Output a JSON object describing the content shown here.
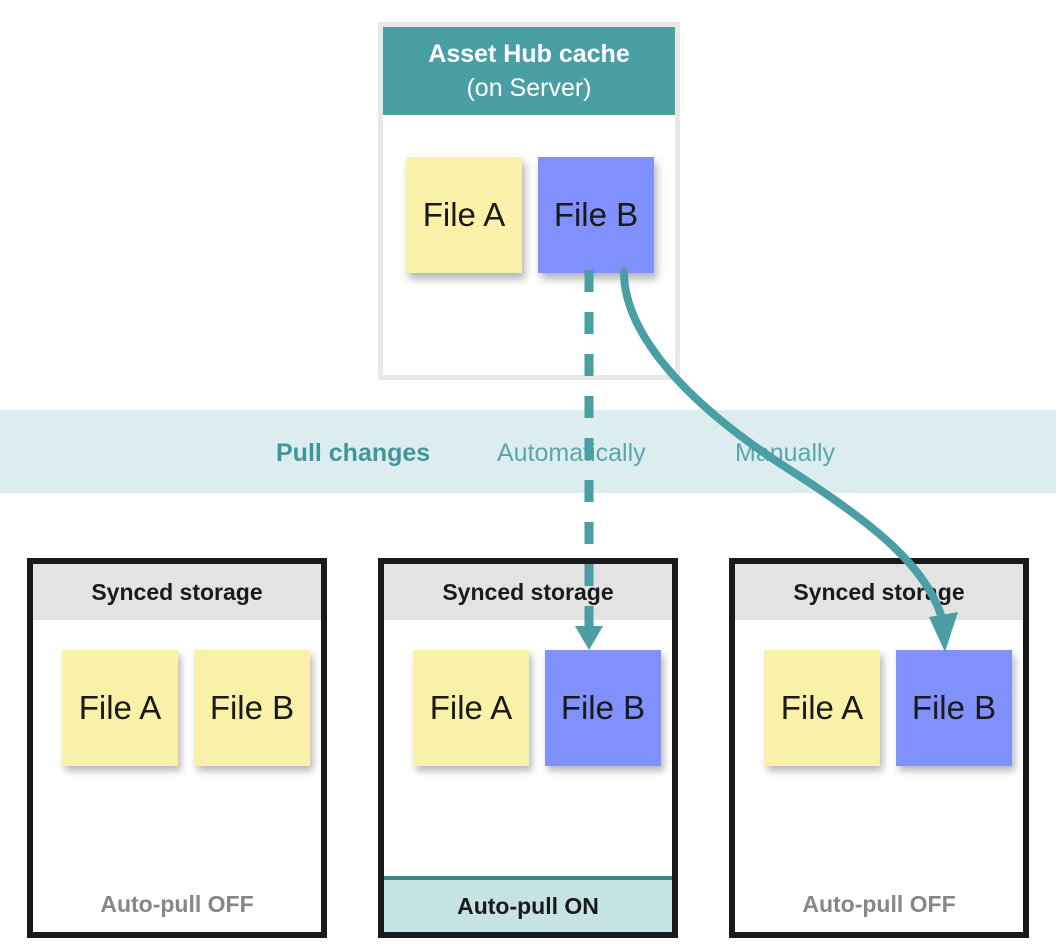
{
  "diagram": {
    "title_semantic": "asset-hub-cache-sync-diagram"
  },
  "server": {
    "title": "Asset Hub cache",
    "subtitle": "(on Server)",
    "header_color": "#4a9fa4",
    "notes": [
      {
        "label": "File A",
        "color": "#faf1a8",
        "state": "yellow"
      },
      {
        "label": "File B",
        "color": "#8090fc",
        "state": "blue"
      }
    ]
  },
  "band": {
    "label": "Pull changes",
    "automatic_label": "Automatically",
    "manual_label": "Manually",
    "background": "#dcedf0",
    "bold_color": "#3f979c",
    "light_color": "#5aa6ab"
  },
  "arrows": {
    "automatic": {
      "style": "dashed",
      "color": "#4a9fa4",
      "from": "server-file-b",
      "to": "box2-file-b"
    },
    "manual": {
      "style": "solid-curved",
      "color": "#4a9fa4",
      "from": "server-file-b",
      "to": "box3-file-b"
    }
  },
  "storages": [
    {
      "header": "Synced storage",
      "footer": "Auto-pull OFF",
      "auto_pull": "OFF",
      "footer_color": "#878787",
      "footer_bg": "#ffffff",
      "notes": [
        {
          "label": "File A",
          "color": "#faf1a8"
        },
        {
          "label": "File B",
          "color": "#faf1a8"
        }
      ]
    },
    {
      "header": "Synced storage",
      "footer": "Auto-pull ON",
      "auto_pull": "ON",
      "footer_color": "#1a1a1a",
      "footer_bg": "#c5e3e4",
      "notes": [
        {
          "label": "File A",
          "color": "#faf1a8"
        },
        {
          "label": "File B",
          "color": "#8090fc"
        }
      ]
    },
    {
      "header": "Synced storage",
      "footer": "Auto-pull OFF",
      "auto_pull": "OFF",
      "footer_color": "#878787",
      "footer_bg": "#ffffff",
      "notes": [
        {
          "label": "File A",
          "color": "#faf1a8"
        },
        {
          "label": "File B",
          "color": "#8090fc"
        }
      ]
    }
  ]
}
